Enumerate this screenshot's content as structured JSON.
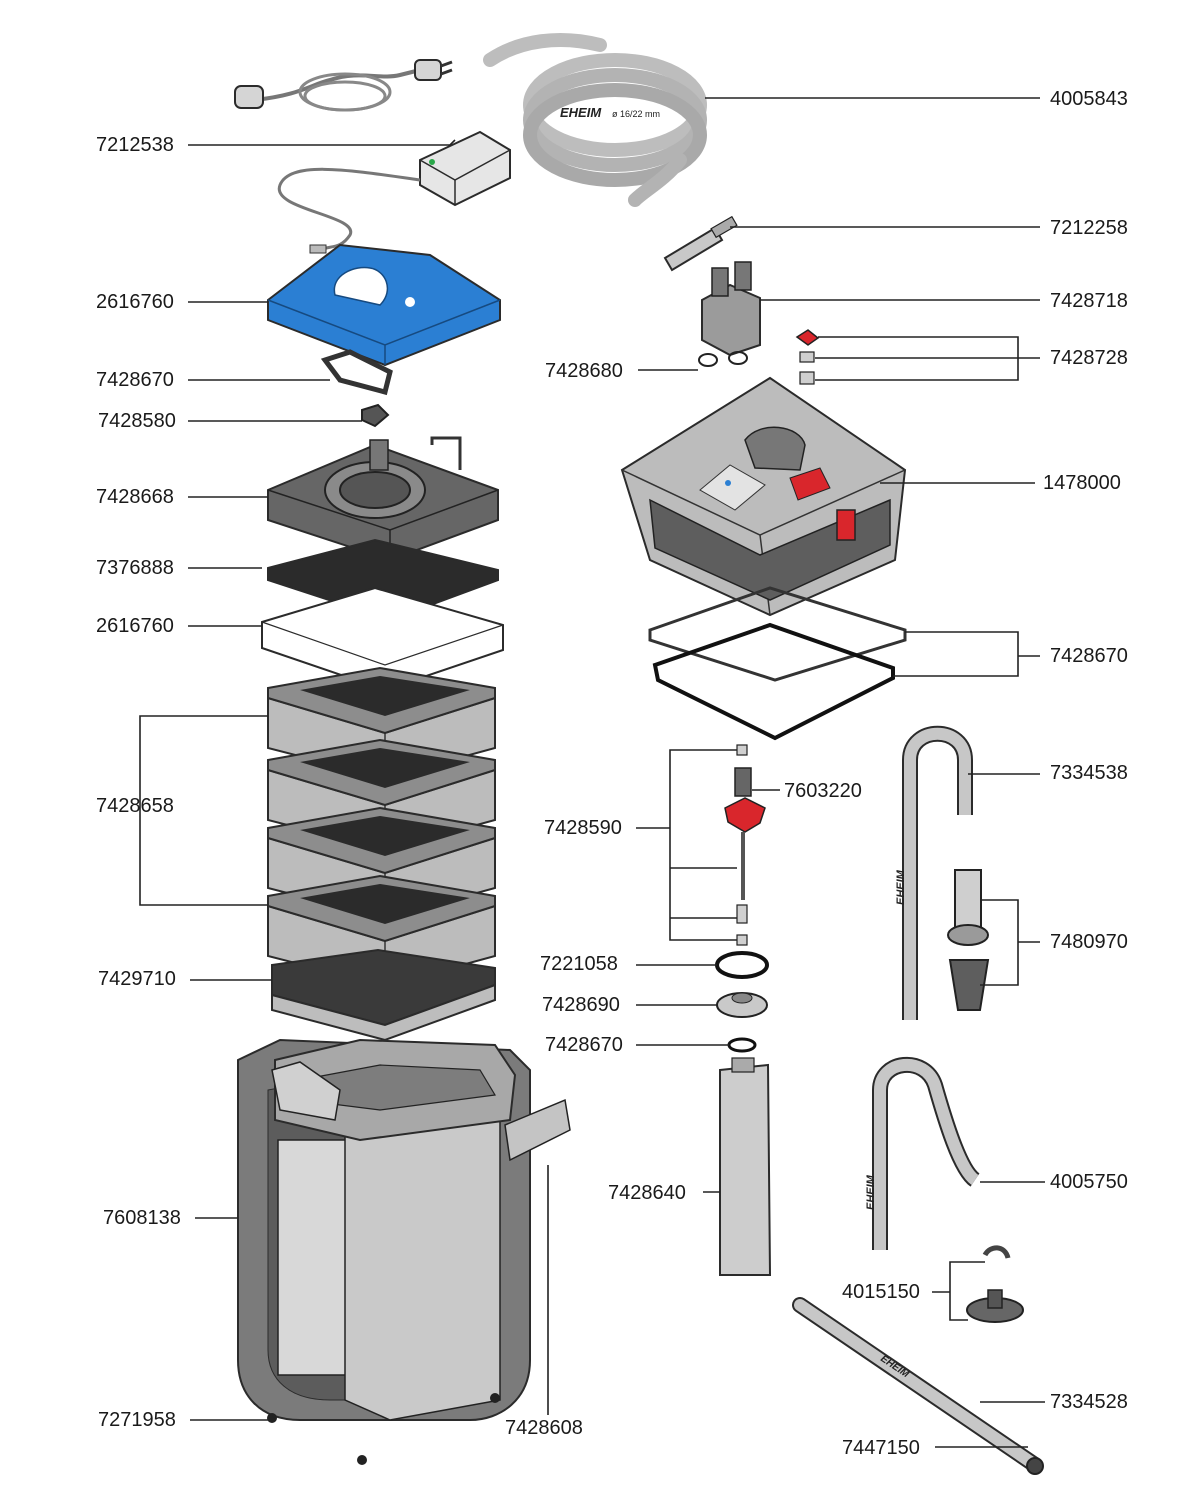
{
  "brand_text": "EHEIM",
  "hose_marking": "ø 16/22 mm",
  "colors": {
    "lid_blue": "#2b7fd3",
    "impeller_red": "#d9262c",
    "gray_light": "#c9c9c9",
    "gray_mid": "#9a9a9a",
    "gray_dark": "#5e5e5e"
  },
  "labels": {
    "l4005843": "4005843",
    "l7212538": "7212538",
    "l7212258": "7212258",
    "l2616760a": "2616760",
    "l7428718": "7428718",
    "l7428728": "7428728",
    "l7428680": "7428680",
    "l7428670a": "7428670",
    "l7428580": "7428580",
    "l1478000": "1478000",
    "l7428668": "7428668",
    "l7376888": "7376888",
    "l2616760b": "2616760",
    "l7428670b": "7428670",
    "l7428658": "7428658",
    "l7334538": "7334538",
    "l7603220": "7603220",
    "l7428590": "7428590",
    "l7480970": "7480970",
    "l7221058": "7221058",
    "l7429710": "7429710",
    "l7428690": "7428690",
    "l7428670c": "7428670",
    "l7428640": "7428640",
    "l7608138": "7608138",
    "l4005750": "4005750",
    "l4015150": "4015150",
    "l7334528": "7334528",
    "l7271958": "7271958",
    "l7428608": "7428608",
    "l7447150": "7447150"
  }
}
